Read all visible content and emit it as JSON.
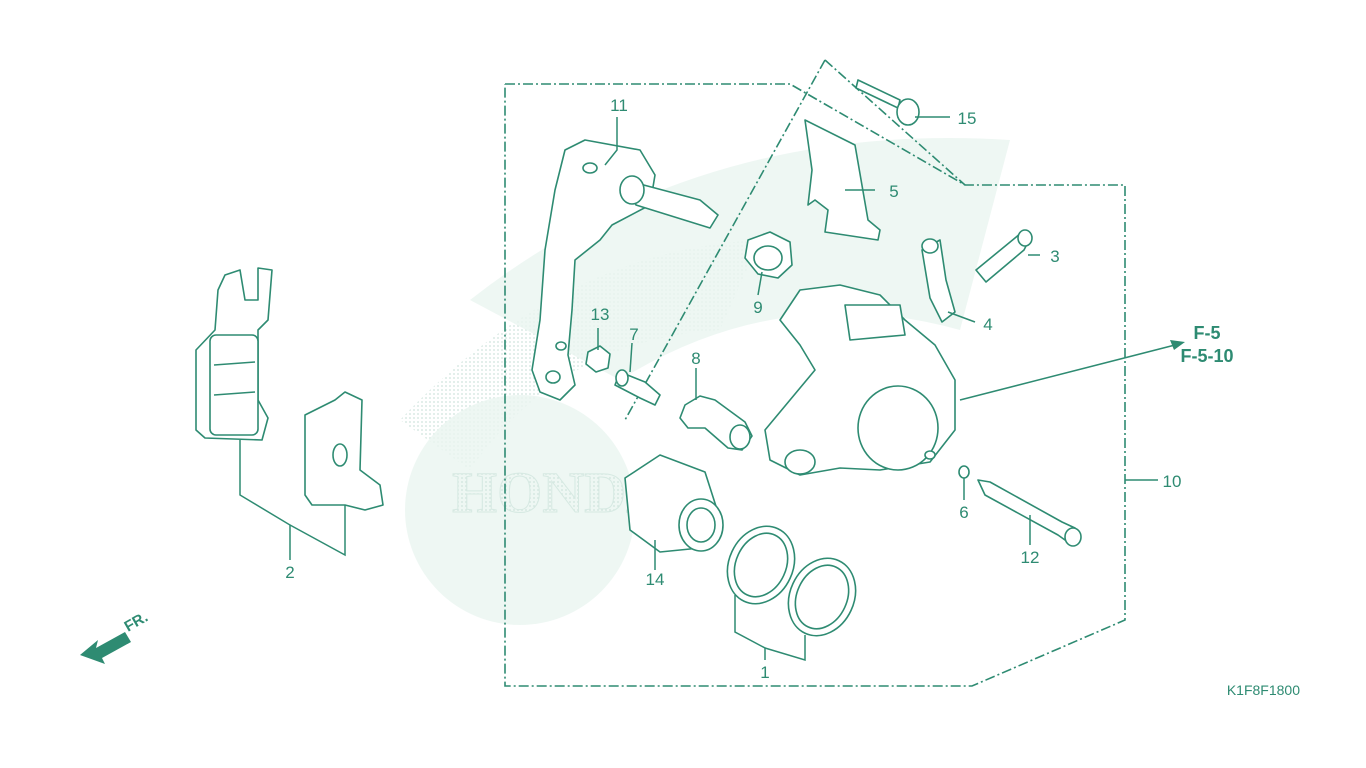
{
  "diagram": {
    "callouts": [
      {
        "id": "c1",
        "label": "1"
      },
      {
        "id": "c2",
        "label": "2"
      },
      {
        "id": "c3",
        "label": "3"
      },
      {
        "id": "c4",
        "label": "4"
      },
      {
        "id": "c5",
        "label": "5"
      },
      {
        "id": "c6",
        "label": "6"
      },
      {
        "id": "c7",
        "label": "7"
      },
      {
        "id": "c8",
        "label": "8"
      },
      {
        "id": "c9",
        "label": "9"
      },
      {
        "id": "c10",
        "label": "10"
      },
      {
        "id": "c11",
        "label": "11"
      },
      {
        "id": "c12",
        "label": "12"
      },
      {
        "id": "c13",
        "label": "13"
      },
      {
        "id": "c14",
        "label": "14"
      },
      {
        "id": "c15",
        "label": "15"
      }
    ],
    "references": [
      "F-5",
      "F-5-10"
    ],
    "direction_label": "FR.",
    "diagram_code": "K1F8F1800",
    "watermark_text": "HONDA",
    "colors": {
      "line": "#2e8b72",
      "watermark": "#e6f3ee",
      "background": "#ffffff"
    }
  }
}
